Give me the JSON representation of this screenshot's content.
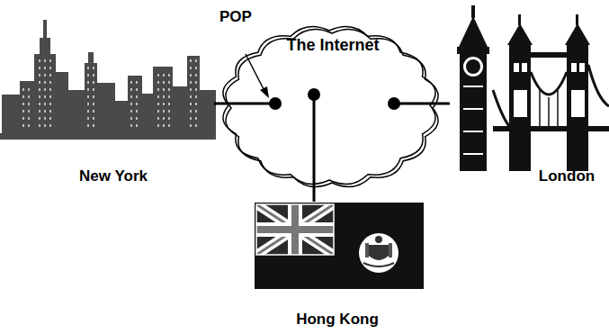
{
  "diagram": {
    "nodes": [
      {
        "text": [
          "New York"
        ]
      },
      {
        "text": [
          "The Internet"
        ]
      },
      {
        "text": [
          "London"
        ]
      },
      {
        "text": [
          "Hong Kong"
        ]
      }
    ],
    "edges": [
      {
        "from": 0,
        "to": 1,
        "arrow": "none"
      },
      {
        "from": 1,
        "to": 2,
        "arrow": "none"
      },
      {
        "from": 1,
        "to": 3,
        "arrow": "none"
      }
    ],
    "labels": [
      "POP"
    ]
  }
}
